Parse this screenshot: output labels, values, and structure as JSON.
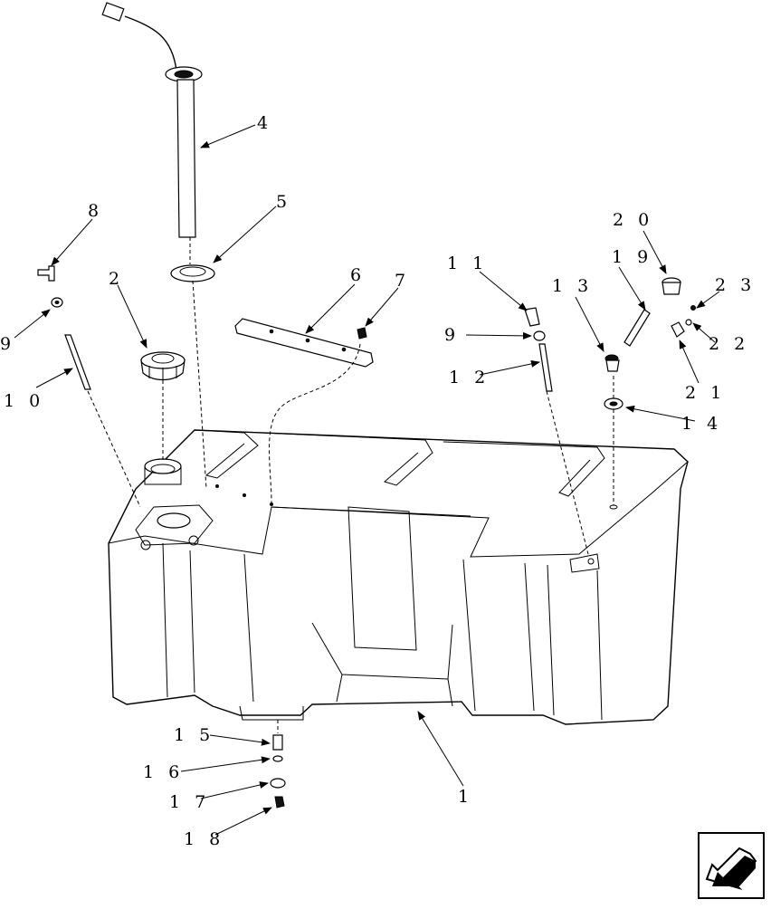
{
  "diagram": {
    "callouts": [
      {
        "id": "c1",
        "label": "1"
      },
      {
        "id": "c2",
        "label": "2"
      },
      {
        "id": "c4",
        "label": "4"
      },
      {
        "id": "c5",
        "label": "5"
      },
      {
        "id": "c6",
        "label": "6"
      },
      {
        "id": "c7",
        "label": "7"
      },
      {
        "id": "c8",
        "label": "8"
      },
      {
        "id": "c9a",
        "label": "9"
      },
      {
        "id": "c9b",
        "label": "9"
      },
      {
        "id": "c10",
        "label": "1 0"
      },
      {
        "id": "c11",
        "label": "1 1"
      },
      {
        "id": "c12",
        "label": "1 2"
      },
      {
        "id": "c13",
        "label": "1 3"
      },
      {
        "id": "c14",
        "label": "1 4"
      },
      {
        "id": "c15",
        "label": "1 5"
      },
      {
        "id": "c16",
        "label": "1 6"
      },
      {
        "id": "c17",
        "label": "1 7"
      },
      {
        "id": "c18",
        "label": "1 8"
      },
      {
        "id": "c19",
        "label": "1 9"
      },
      {
        "id": "c20",
        "label": "2 0"
      },
      {
        "id": "c21",
        "label": "2 1"
      },
      {
        "id": "c22",
        "label": "2 2"
      },
      {
        "id": "c23",
        "label": "2 3"
      }
    ]
  },
  "navigation": {
    "icon": "back-arrow-icon"
  }
}
